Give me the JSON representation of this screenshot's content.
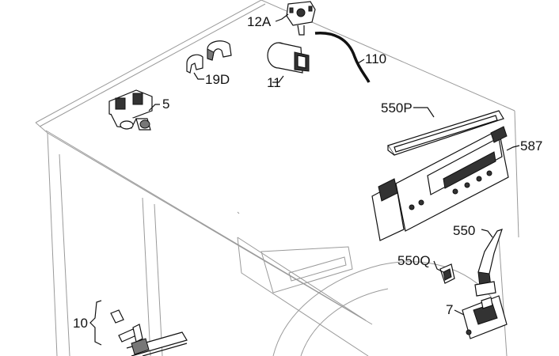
{
  "callouts": {
    "valve": "5",
    "bracket": "19D",
    "pressostat": "12A",
    "capacitor": "11",
    "hose": "110",
    "panel_top": "550P",
    "control_board": "587",
    "lever": "550",
    "latch_clip": "550Q",
    "door_lock": "7",
    "heater": "10"
  },
  "colors": {
    "line": "#111111",
    "cabinet": "#9a9a9a"
  }
}
